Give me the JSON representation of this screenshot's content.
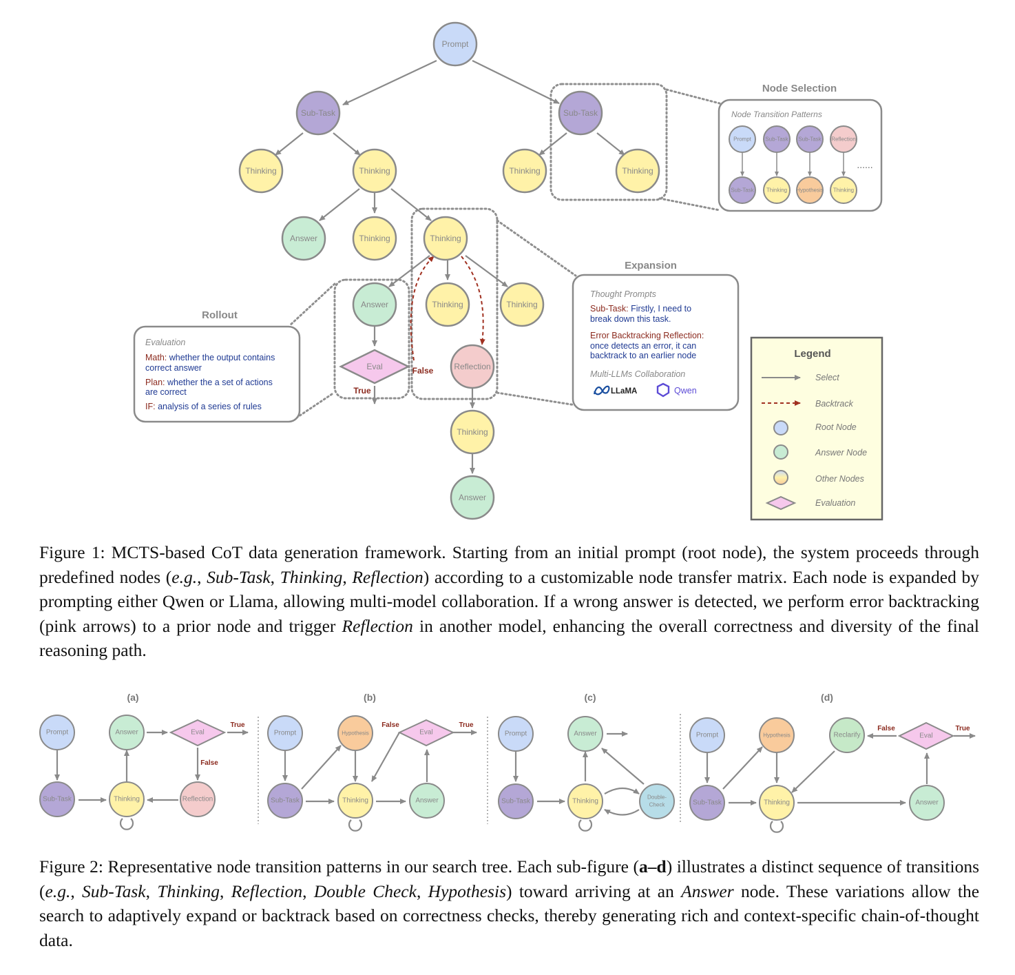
{
  "figure1": {
    "nodes": {
      "prompt": "Prompt",
      "subtask": "Sub-Task",
      "thinking": "Thinking",
      "answer": "Answer",
      "reflection": "Reflection",
      "eval": "Eval"
    },
    "eval_true": "True",
    "eval_false": "False",
    "node_selection": {
      "title": "Node Selection",
      "subtitle": "Node Transition Patterns",
      "top": [
        "Prompt",
        "Sub-Task",
        "Sub-Task",
        "Reflection"
      ],
      "bottom": [
        "Sub-Task",
        "Thinking",
        "Hypothesis",
        "Thinking"
      ],
      "more": "......"
    },
    "expansion": {
      "title": "Expansion",
      "subtitle": "Thought Prompts",
      "item1_key": "Sub-Task:",
      "item1_l1": " Firstly, I need to",
      "item1_l2": "break down this task.",
      "item2_key": "Error Backtracking Reflection:",
      "item2_l1": "once detects an error, it can",
      "item2_l2": "backtrack to an earlier node",
      "collab": "Multi-LLMs Collaboration",
      "llama": "LLaMA",
      "qwen": "Qwen"
    },
    "rollout": {
      "title": "Rollout",
      "subtitle": "Evaluation",
      "math_key": "Math:",
      "math_l1": " whether the output contains",
      "math_l2": "correct answer",
      "plan_key": "Plan:",
      "plan_l1": " whether the a set of actions",
      "plan_l2": "are correct",
      "if_key": "IF:",
      "if_l1": " analysis of a series of rules"
    },
    "legend": {
      "title": "Legend",
      "select": "Select",
      "backtrack": "Backtrack",
      "root": "Root Node",
      "answer": "Answer Node",
      "other": "Other Nodes",
      "evaluation": "Evaluation"
    }
  },
  "caption1": {
    "p1": "Figure 1: MCTS-based CoT data generation framework. Starting from an initial prompt (root node), the system proceeds through predefined nodes (",
    "eg": "e.g.",
    "c1": ", ",
    "subtask": "Sub-Task",
    "c2": ", ",
    "thinking": "Thinking",
    "c3": ", ",
    "reflection": "Reflection",
    "p2": ") according to a customizable node transfer matrix. Each node is expanded by prompting either Qwen or Llama, allowing multi-model collaboration. If a wrong answer is detected, we perform error backtracking (pink arrows) to a prior node and trigger ",
    "reflection2": "Reflection",
    "p3": " in another model, enhancing the overall correctness and diversity of the final reasoning path."
  },
  "figure2": {
    "labels": [
      "(a)",
      "(b)",
      "(c)",
      "(d)"
    ],
    "nodes": {
      "prompt": "Prompt",
      "subtask": "Sub-Task",
      "thinking": "Thinking",
      "answer": "Answer",
      "eval": "Eval",
      "reflection": "Reflection",
      "hypothesis": "Hypothesis",
      "double_l1": "Double-",
      "double_l2": "Check",
      "reclarify": "Reclarify"
    },
    "true": "True",
    "false": "False"
  },
  "caption2": {
    "p1": "Figure 2: Representative node transition patterns in our search tree. Each sub-figure (",
    "bold": "a–d",
    "p2": ") illustrates a distinct sequence of transitions (",
    "eg": "e.g.",
    "c1": ", ",
    "subtask": "Sub-Task",
    "c2": ", ",
    "thinking": "Thinking",
    "c3": ", ",
    "reflection": "Reflection",
    "c4": ", ",
    "double": "Double Check",
    "c5": ", ",
    "hypothesis": "Hypothesis",
    "p3": ") toward arriving at an ",
    "answer": "Answer",
    "p4": " node. These variations allow the search to adaptively expand or backtrack based on correctness checks, thereby generating rich and context-specific chain-of-thought data."
  },
  "colors": {
    "root": "#c9daf8",
    "subtask": "#b4a7d6",
    "thinking": "#fff2a8",
    "answer": "#c8ecd4",
    "reflection": "#f4cccc",
    "hypothesis": "#f9cb9c",
    "double_check": "#b7dde8",
    "reclarify": "#c6e9c8",
    "eval": "#f6c8ec",
    "legend_bg": "#fefee0",
    "red_key": "#8b2a1e",
    "blue_text": "#1f3a93",
    "edge": "#8a8a8a"
  }
}
